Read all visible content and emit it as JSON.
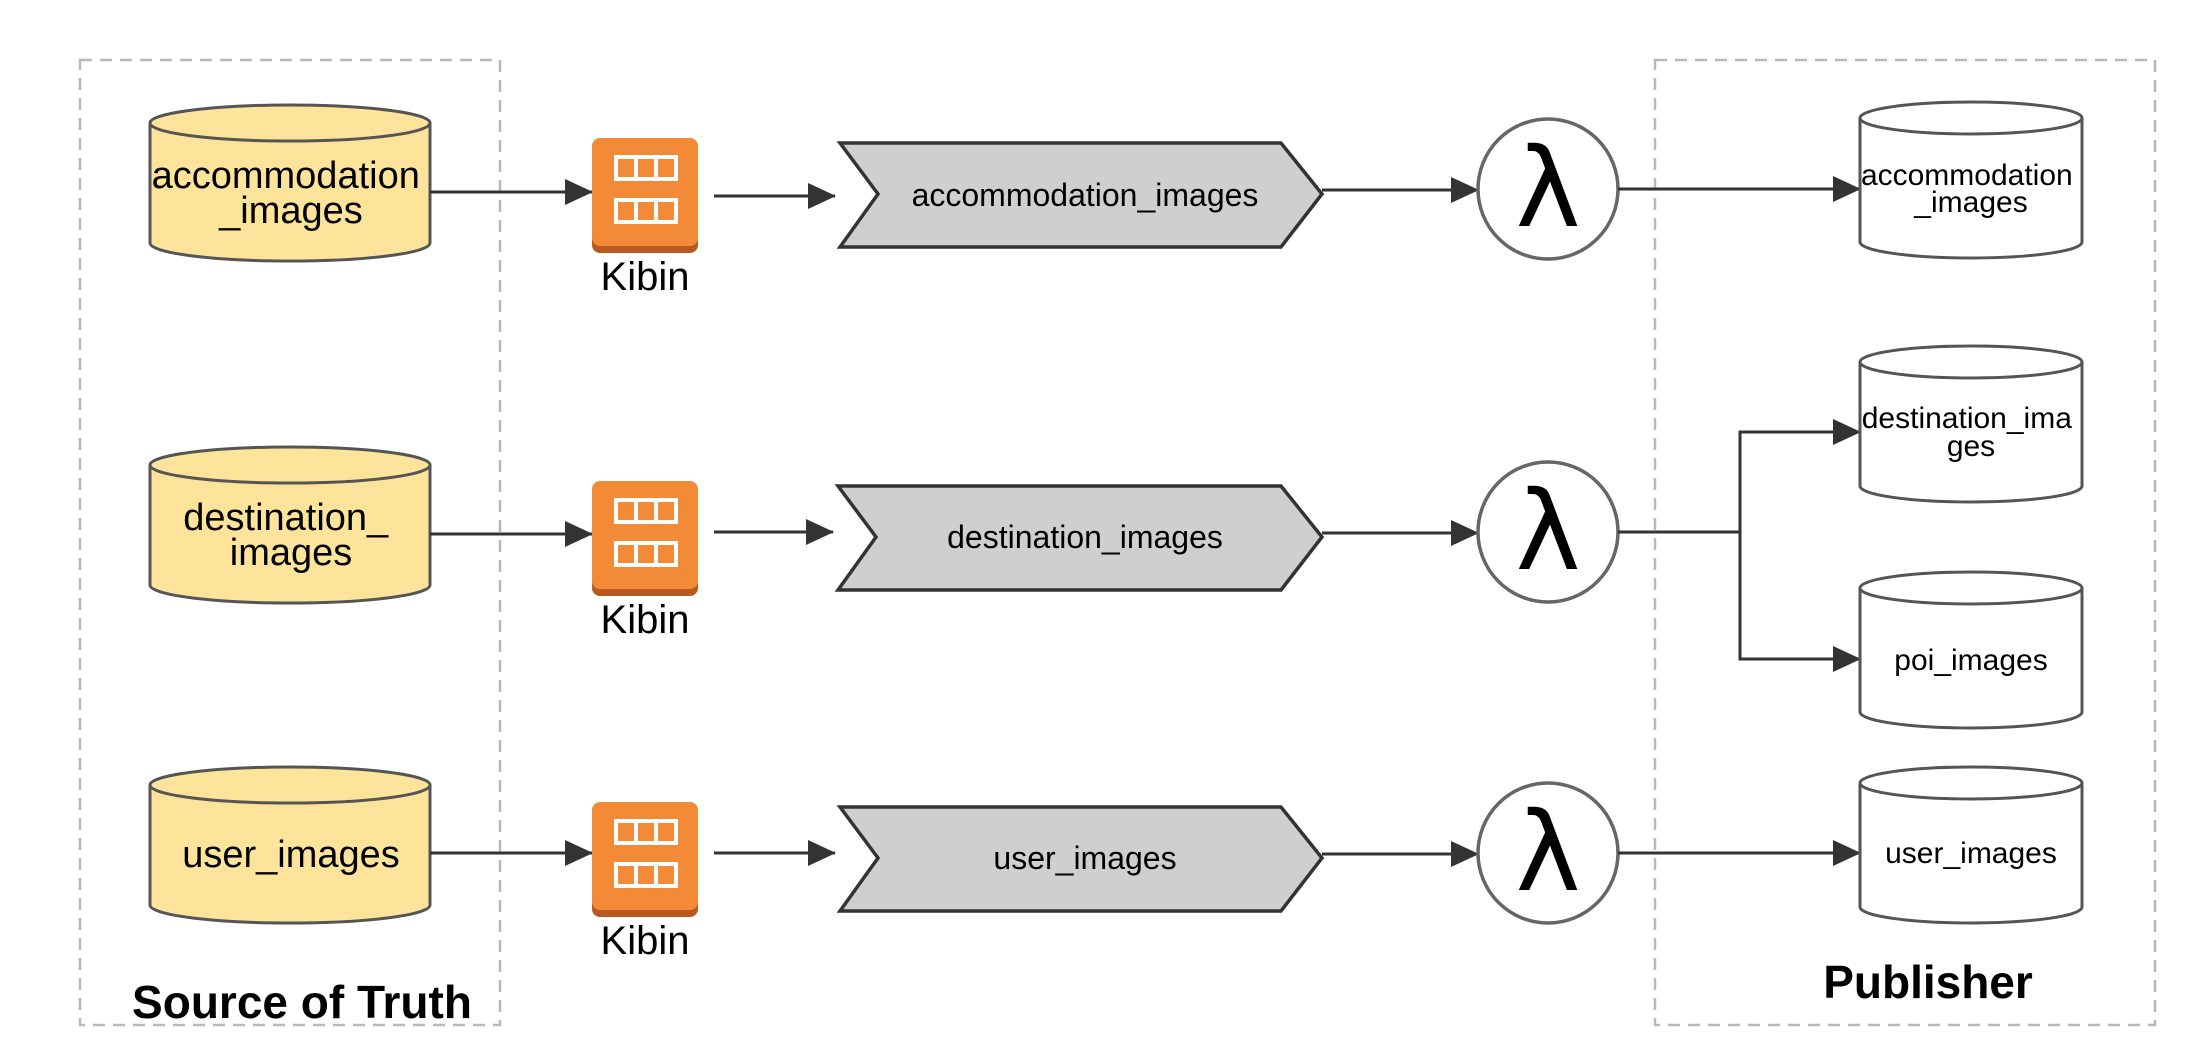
{
  "groups": {
    "source_title": "Source of Truth",
    "publisher_title": "Publisher"
  },
  "sources": [
    {
      "line1": "accommodation",
      "line2": "_images"
    },
    {
      "line1": "destination_",
      "line2": "images"
    },
    {
      "line1": "user_images"
    }
  ],
  "kibin": [
    {
      "label": "Kibin"
    },
    {
      "label": "Kibin"
    },
    {
      "label": "Kibin"
    }
  ],
  "streams": [
    {
      "label": "accommodation_images"
    },
    {
      "label": "destination_images"
    },
    {
      "label": "user_images"
    }
  ],
  "lambdas": [
    {
      "symbol": "λ"
    },
    {
      "symbol": "λ"
    },
    {
      "symbol": "λ"
    }
  ],
  "publishers": [
    {
      "line1": "accommodation",
      "line2": "_images"
    },
    {
      "line1": "destination_ima",
      "line2": "ges"
    },
    {
      "line1": "poi_images"
    },
    {
      "line1": "user_images"
    }
  ],
  "colors": {
    "source_fill": "#fde49a",
    "kibin_orange": "#f28a37",
    "kibin_dark": "#b85a1f",
    "stream_fill": "#cfcfcf",
    "stroke": "#555555",
    "arrow": "#333333",
    "group_border": "#b8b8b8"
  }
}
